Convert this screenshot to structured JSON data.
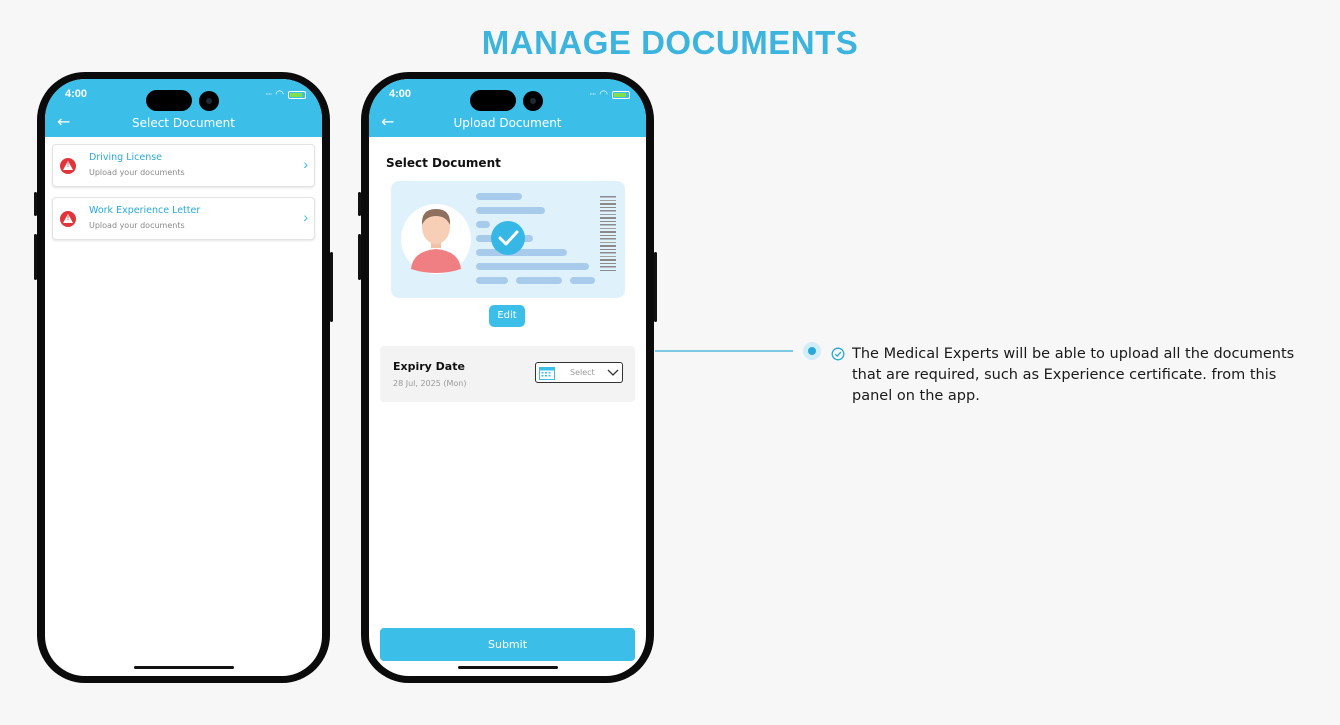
{
  "page": {
    "title": "MANAGE DOCUMENTS",
    "description": "The Medical Experts will be able to upload all the documents that are required, such as Experience certificate. from this panel on the app."
  },
  "status_bar": {
    "time": "4:00"
  },
  "screen1": {
    "nav_title": "Select Document",
    "documents": [
      {
        "name": "Driving License",
        "subtitle": "Upload your documents"
      },
      {
        "name": "Work Experience Letter",
        "subtitle": "Upload your documents"
      }
    ]
  },
  "screen2": {
    "nav_title": "Upload Document",
    "section_label": "Select Document",
    "edit_label": "Edit",
    "expiry": {
      "label": "Expiry Date",
      "date": "28 Jul, 2025 (Mon)",
      "select_placeholder": "Select"
    },
    "submit_label": "Submit"
  },
  "colors": {
    "accent": "#3bbfe8",
    "title": "#3cb4de",
    "warning": "#e0353b"
  }
}
